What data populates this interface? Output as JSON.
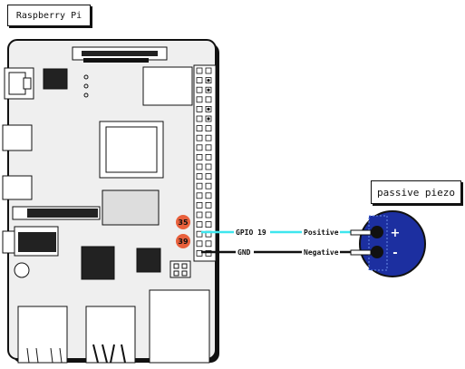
{
  "labels": {
    "raspberry_pi": "Raspberry Pi",
    "passive_piezo": "passive piezo"
  },
  "pins": [
    {
      "number": "35",
      "signal": "GPIO 19",
      "wire_color": "#3ee6ee"
    },
    {
      "number": "39",
      "signal": "GND",
      "wire_color": "#111111"
    }
  ],
  "piezo_terminals": [
    {
      "name": "Positive",
      "symbol": "+"
    },
    {
      "name": "Negative",
      "symbol": "-"
    }
  ],
  "colors": {
    "pin_badge": "#e8603c",
    "piezo_body": "#1c2fa0",
    "board_fill": "#efefef",
    "outline": "#111111"
  }
}
